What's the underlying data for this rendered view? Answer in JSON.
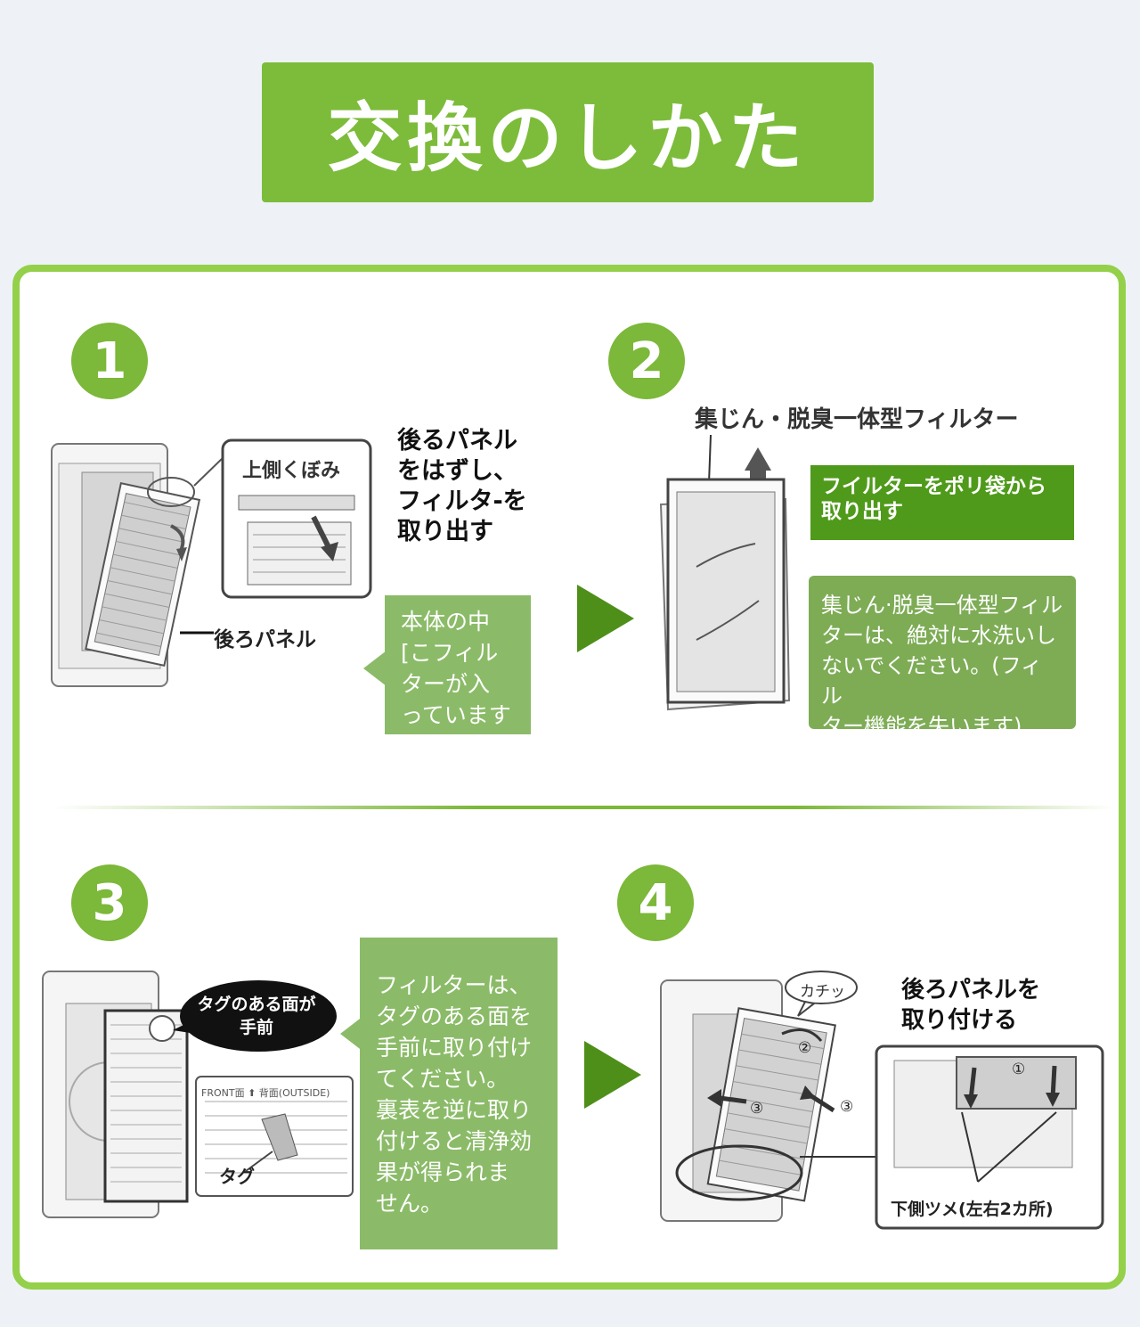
{
  "title": "交換のしかた",
  "steps": [
    {
      "number": "1",
      "instruction": [
        "後るパネル",
        "をはずし、",
        "フィルタ-を",
        "取り出す"
      ],
      "callout": "上側くぼみ",
      "part_label": "後ろパネル",
      "bubble": [
        "本体の中",
        "[こフィル",
        "ターが入",
        "っています"
      ]
    },
    {
      "number": "2",
      "filter_label": "集じん・脱臭一体型フィルター",
      "action": [
        "フイルターをポリ袋から",
        "取り出す"
      ],
      "note": [
        "集じん·脱臭一体型フィル",
        "ターは、絶対に水洗いし",
        "ないでください。(フィル",
        "ター機能を失います)"
      ]
    },
    {
      "number": "3",
      "tag_callout": [
        "タグのある面が",
        "手前"
      ],
      "tag_label": "タグ",
      "tag_print": "FRONT面 ⬆ 背面(OUTSIDE)",
      "bubble": [
        "フィルターは、",
        "タグのある面を",
        "手前に取り付け",
        "てください。",
        "裏表を逆に取り",
        "付けると清浄効",
        "果が得られま",
        "せん。"
      ]
    },
    {
      "number": "4",
      "instruction": [
        "後ろパネルを",
        "取り付ける"
      ],
      "click_sound": "カチッ",
      "markers": [
        "①",
        "②",
        "③"
      ],
      "detail_label": "下側ツメ(左右2カ所)"
    }
  ],
  "arrow_glyph": "▶",
  "colors": {
    "title_bg": "#7cbc3a",
    "frame": "#94d04a",
    "badge": "#7cb839",
    "arrow": "#4e8f1a"
  }
}
